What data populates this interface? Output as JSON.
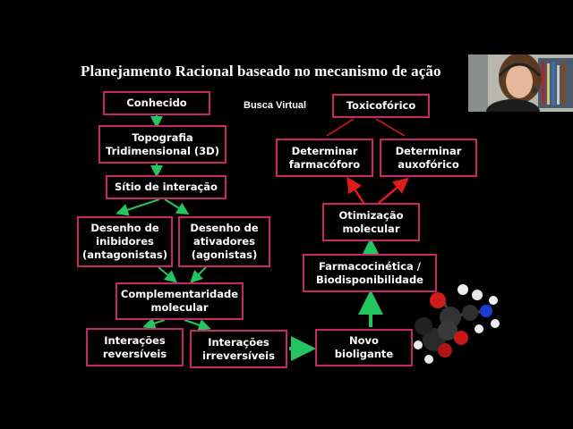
{
  "slide": {
    "title": "Planejamento Racional baseado no mecanismo de ação",
    "busca_virtual": "Busca Virtual",
    "boxes": {
      "conhecido": "Conhecido",
      "topografia": "Topografia\nTridimensional (3D)",
      "sitio": "Sítio de interação",
      "inibidores": "Desenho de\ninibidores\n(antagonistas)",
      "ativadores": "Desenho de\nativadores\n(agonistas)",
      "complementaridade": "Complementaridade\nmolecular",
      "reversiveis": "Interações\nreversíveis",
      "irreversiveis": "Interações\nirreversíveis",
      "novo_bioligante": "Novo\nbioligante",
      "farmacocinetica": "Farmacocinética /\nBiodisponibilidade",
      "otimizacao": "Otimização\nmolecular",
      "farmacoforo": "Determinar\nfarmacóforo",
      "auxoforico": "Determinar\nauxofórico",
      "toxicoforico": "Toxicofórico"
    }
  },
  "colors": {
    "background": "#000000",
    "box_border": "#c8286a",
    "arrow_green": "#22c55e",
    "arrow_red": "#e01b1b",
    "text": "#ffffff"
  },
  "icons": {
    "molecule": "molecule-3d-model-icon",
    "webcam": "presenter-webcam-feed"
  }
}
